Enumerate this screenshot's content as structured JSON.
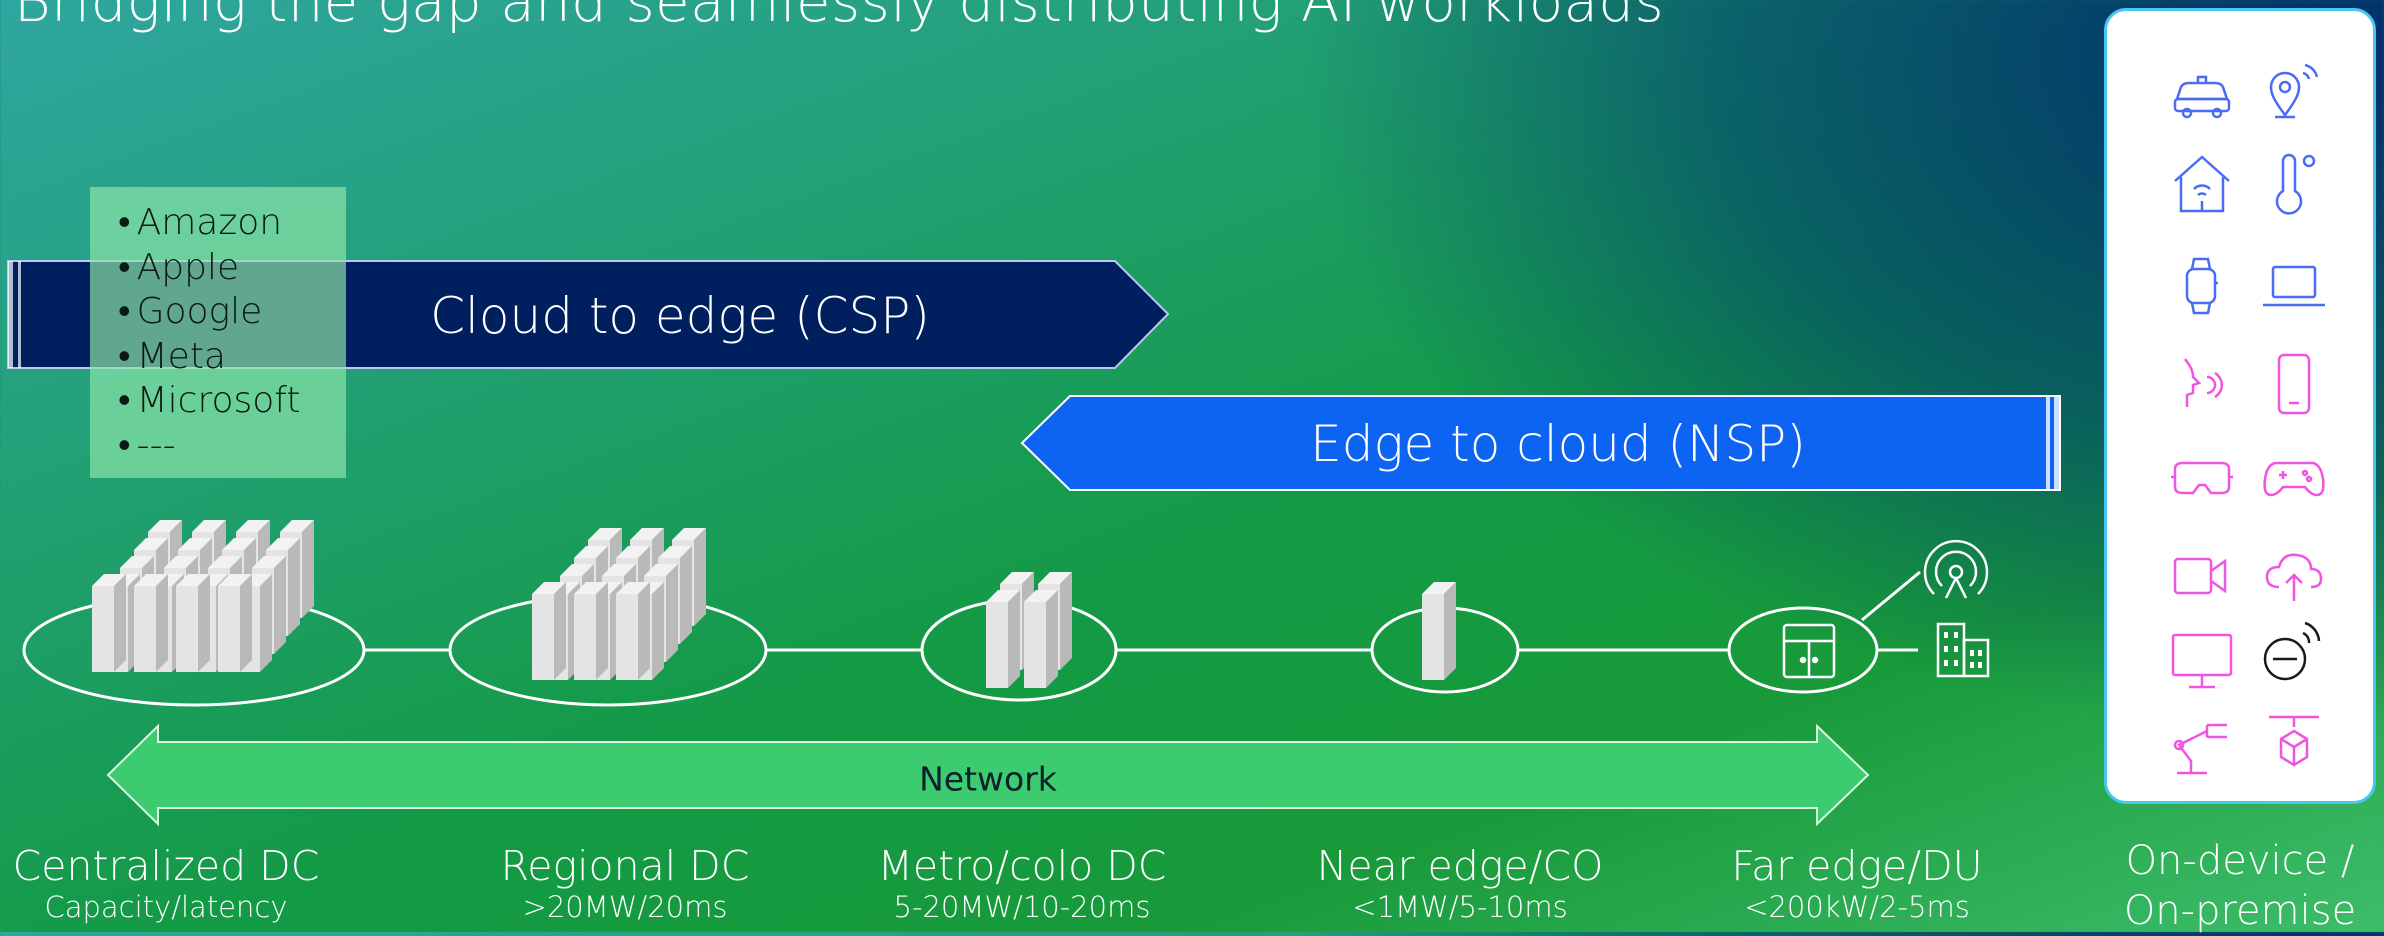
{
  "title": "Bridging the gap and seamlessly distributing AI workloads",
  "companies": [
    "Amazon",
    "Apple",
    "Google",
    "Meta",
    "Microsoft",
    "---"
  ],
  "banners": {
    "cloud_to_edge": "Cloud to edge (CSP)",
    "edge_to_cloud": "Edge to cloud (NSP)"
  },
  "network_label": "Network",
  "datacenters": [
    {
      "name": "Centralized DC",
      "spec": "Capacity/latency"
    },
    {
      "name": "Regional DC",
      "spec": ">20MW/20ms"
    },
    {
      "name": "Metro/colo DC",
      "spec": "5-20MW/10-20ms"
    },
    {
      "name": "Near edge/CO",
      "spec": "<1MW/5-10ms"
    },
    {
      "name": "Far edge/DU",
      "spec": "<200kW/2-5ms"
    }
  ],
  "on_device": {
    "line1": "On-device /",
    "line2": "On-premise"
  },
  "device_icons": [
    "car-icon",
    "location-signal-icon",
    "smart-home-icon",
    "thermometer-icon",
    "smartwatch-icon",
    "laptop-icon",
    "voice-assistant-icon",
    "smartphone-icon",
    "vr-headset-icon",
    "gamepad-icon",
    "video-camera-icon",
    "cloud-upload-icon",
    "monitor-icon",
    "sensor-icon",
    "robot-arm-icon",
    "drone-package-icon"
  ],
  "colors": {
    "cloud_banner": "#001f5e",
    "edge_banner": "#0d63f2",
    "network_arrow": "#3ccb6e",
    "panel_border": "#48c7f0",
    "icon_blue": "#4a6cf5",
    "icon_pink": "#f054e0"
  }
}
